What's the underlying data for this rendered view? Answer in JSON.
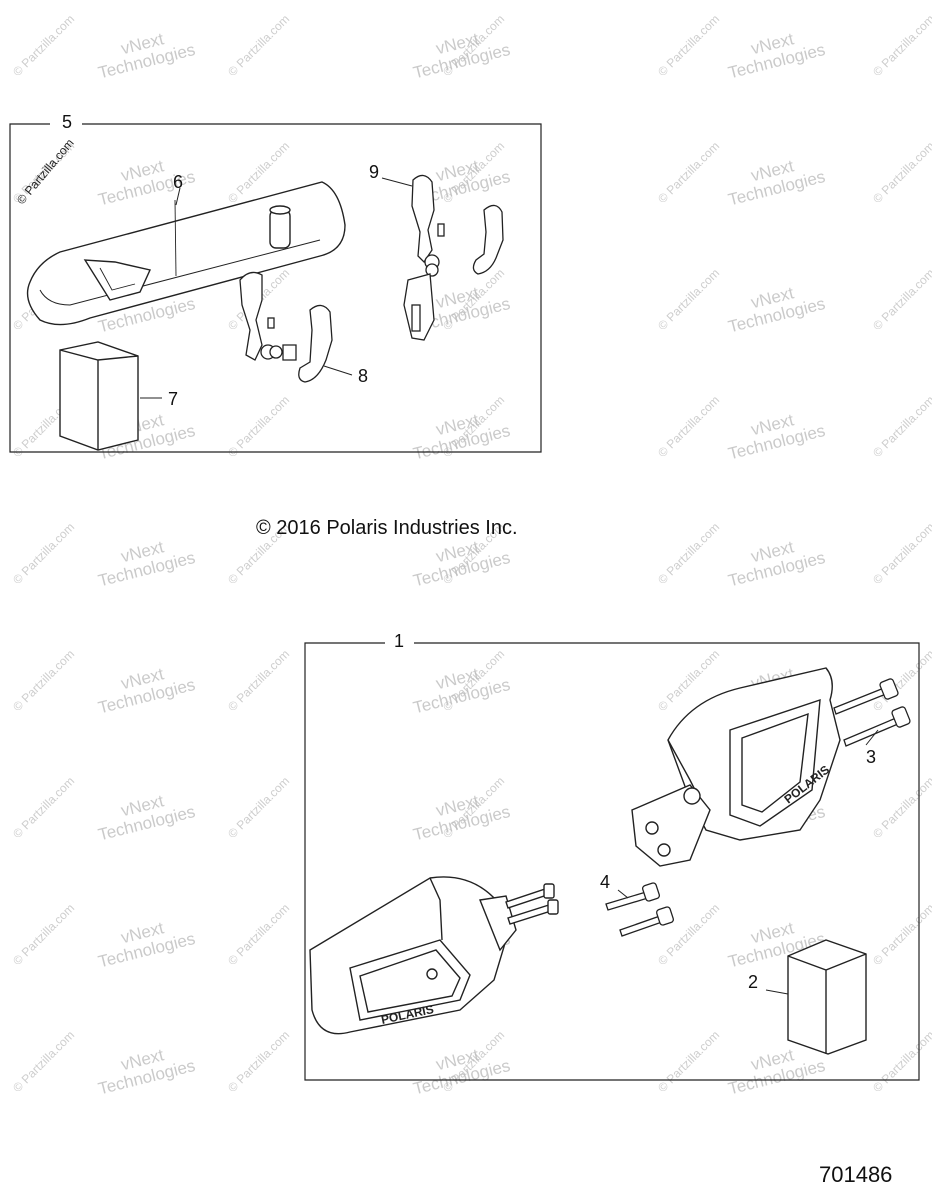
{
  "copyright": "© 2016 Polaris Industries Inc.",
  "diagram_ref": "701486",
  "partzilla_mark": "© Partzilla.com",
  "watermark_vnext": [
    "vNext",
    "Technologies"
  ],
  "watermark_partzilla": "© Partzilla.com",
  "callouts": {
    "c1": "1",
    "c2": "2",
    "c3": "3",
    "c4": "4",
    "c5": "5",
    "c6": "6",
    "c7": "7",
    "c8": "8",
    "c9": "9"
  },
  "brand_text": "POLARIS"
}
